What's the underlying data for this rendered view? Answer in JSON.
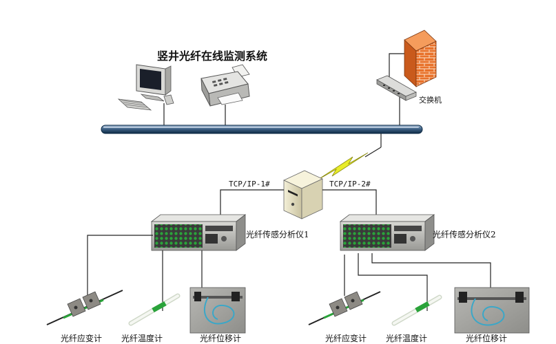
{
  "title": "竖井光纤在线监测系统",
  "network": {
    "switch_label": "交换机",
    "link_left_label": "TCP/IP-1#",
    "link_right_label": "TCP/IP-2#"
  },
  "analyzers": [
    {
      "label": "光纤传感分析仪1"
    },
    {
      "label": "光纤传感分析仪2"
    }
  ],
  "sensors_left": [
    {
      "label": "光纤应变计"
    },
    {
      "label": "光纤温度计"
    },
    {
      "label": "光纤位移计"
    }
  ],
  "sensors_right": [
    {
      "label": "光纤应变计"
    },
    {
      "label": "光纤温度计"
    },
    {
      "label": "光纤位移计"
    }
  ],
  "icons": [
    "workstation-icon",
    "fax-printer-icon",
    "firewall-icon",
    "switch-icon",
    "server-icon",
    "wireless-link-icon",
    "analyzer-device-icon",
    "strain-gauge-icon",
    "thermometer-icon",
    "displacement-meter-icon"
  ],
  "colors": {
    "bus": "#0d2a44",
    "bus_highlight": "#6f8fb2",
    "firewall": "#e8712a",
    "lightning": "#e8ec2a",
    "sensor_fiber": "#2aa33a"
  }
}
